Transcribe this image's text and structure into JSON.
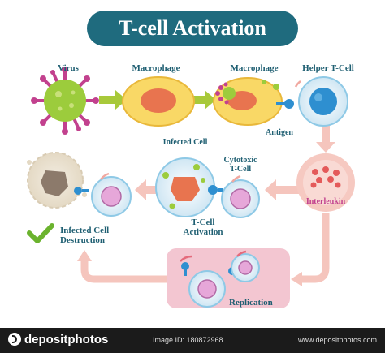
{
  "title": "T-cell Activation",
  "labels": {
    "virus": "Virus",
    "macrophage_1": "Macrophage",
    "macrophage_2": "Macrophage",
    "helper_t_cell": "Helper T-Cell",
    "antigen": "Antigen",
    "infected_cell": "Infected Cell",
    "cytotoxic_t_cell_line1": "Cytotoxic",
    "cytotoxic_t_cell_line2": "T-Cell",
    "t_cell_activation_line1": "T-Cell",
    "t_cell_activation_line2": "Activation",
    "interleukin": "Interleukin",
    "infected_cell_destruction_line1": "Infected Cell",
    "infected_cell_destruction_line2": "Destruction",
    "replication": "Replication"
  },
  "footer": {
    "brand": "depositphotos",
    "image_id": "Image ID: 180872968",
    "site": "www.depositphotos.com"
  },
  "colors": {
    "title_bg": "#1f6b7e",
    "label_text": "#1f5f72",
    "arrow_green": "#a8c93a",
    "arrow_pink": "#f5c5bd",
    "macrophage_fill": "#f9d866",
    "macrophage_nucleus": "#e8744f",
    "helper_t_cell": "#2e8fd0",
    "virus_body": "#9ccc3c",
    "virus_spikes": "#c2418e",
    "interleukin_cell": "#f6c9c1",
    "replication_panel": "#f3c6d1",
    "check_green": "#6bb32e"
  },
  "icons": {
    "virus": "virus-icon",
    "check": "check-mark-icon"
  }
}
